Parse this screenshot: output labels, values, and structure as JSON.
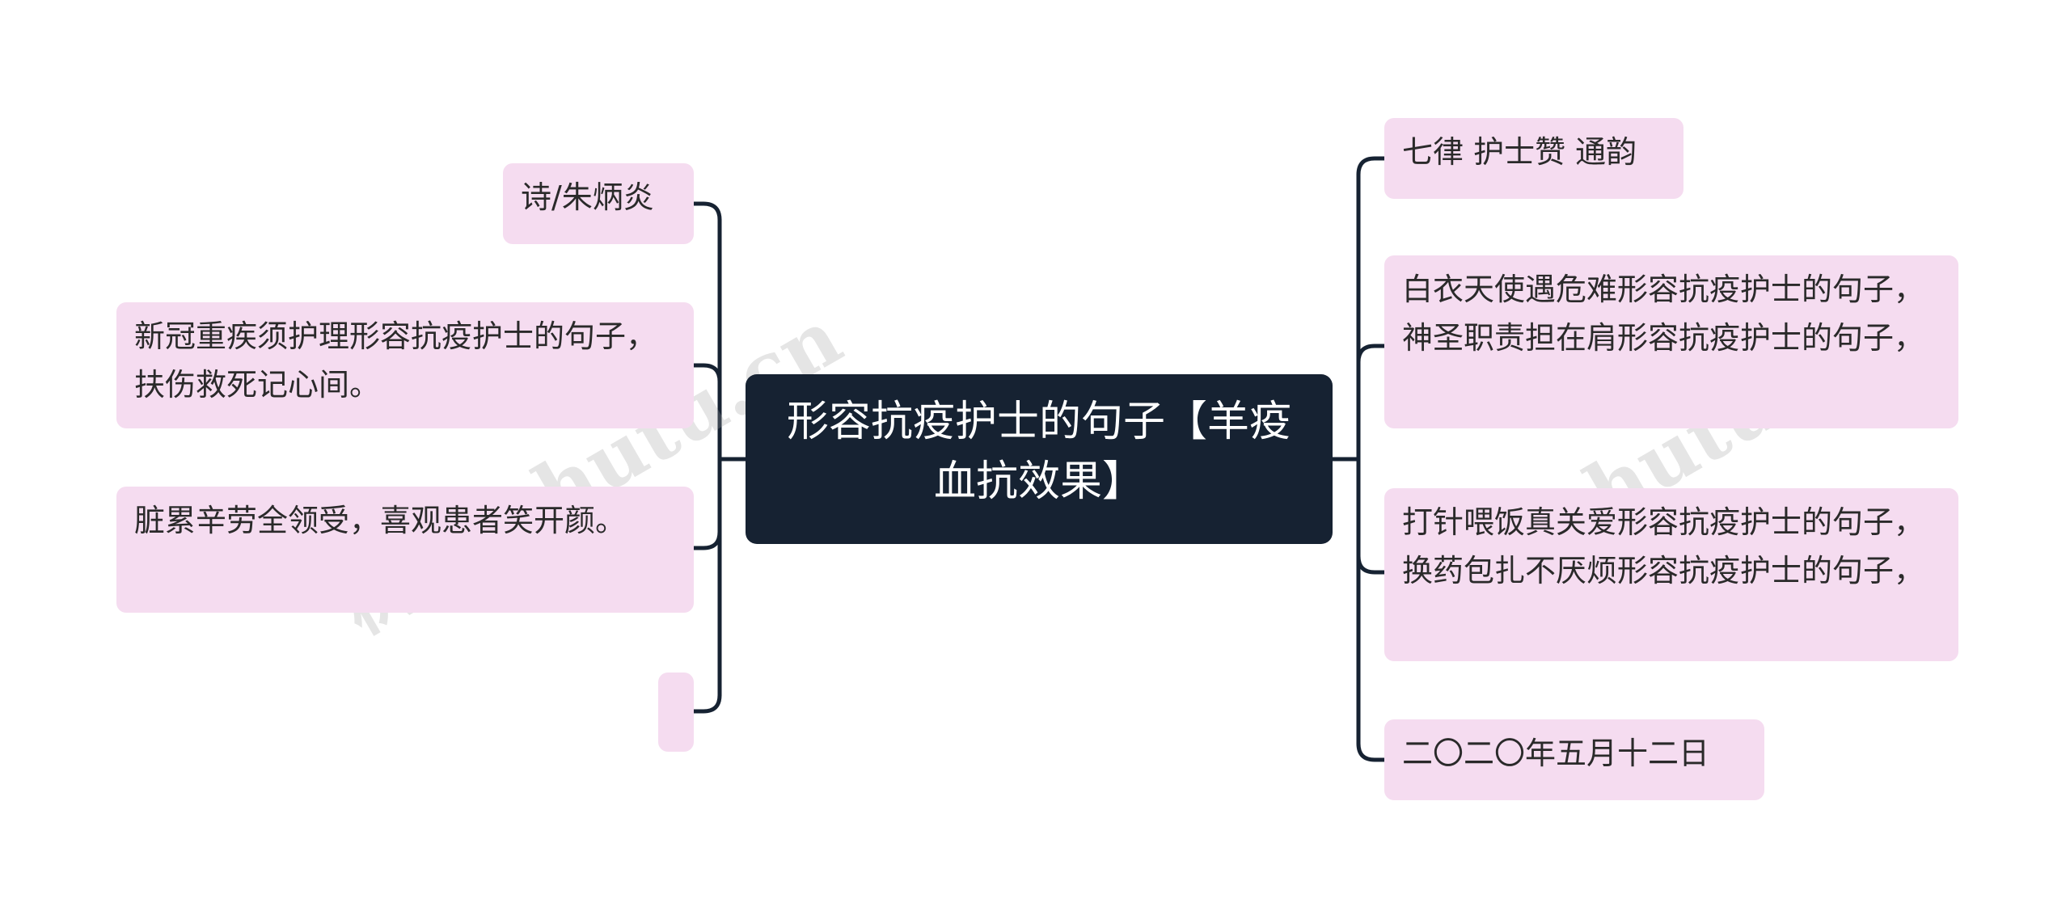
{
  "center": {
    "title": "形容抗疫护士的句子【羊疫血抗效果】"
  },
  "left_nodes": [
    "诗/朱炳炎",
    "新冠重疾须护理形容抗疫护士的句子，扶伤救死记心间。",
    "脏累辛劳全领受，喜观患者笑开颜。",
    ""
  ],
  "right_nodes": [
    "七律 护士赞 通韵",
    "白衣天使遇危难形容抗疫护士的句子，神圣职责担在肩形容抗疫护士的句子，",
    "打针喂饭真关爱形容抗疫护士的句子，换药包扎不厌烦形容抗疫护士的句子，",
    "二〇二〇年五月十二日"
  ],
  "watermark": [
    "树图 shutu.cn",
    "树图 shutu.cn"
  ],
  "colors": {
    "center_bg": "#162232",
    "node_bg": "#f5dcf0",
    "line": "#162232"
  }
}
